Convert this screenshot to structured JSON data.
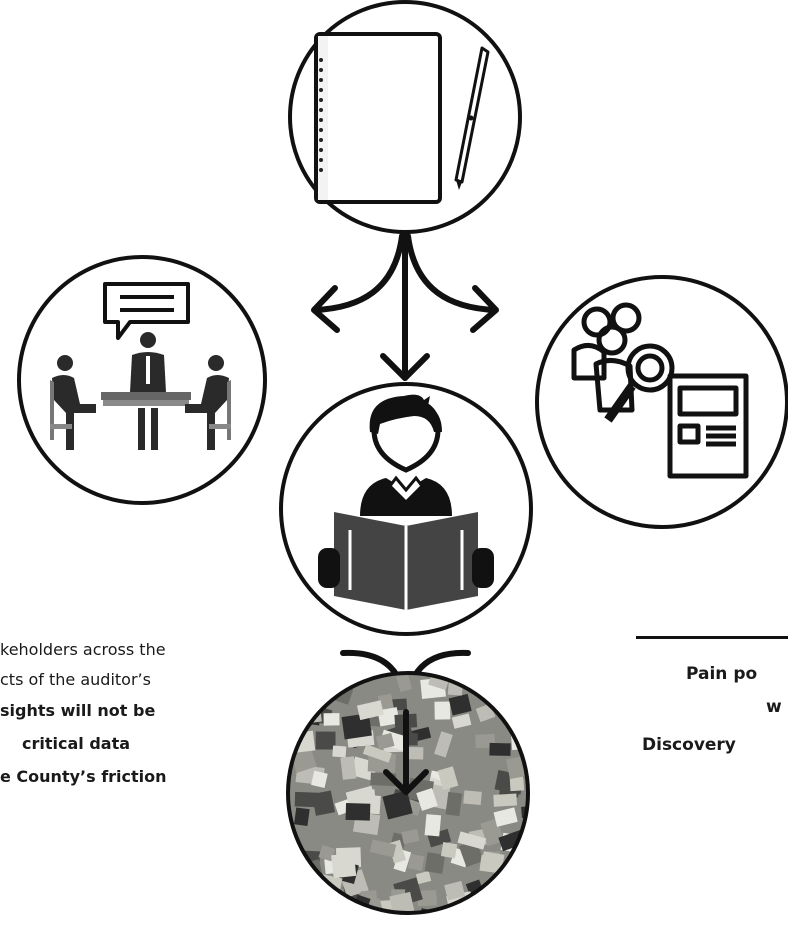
{
  "left_text": {
    "line1": "keholders across the",
    "line2": "cts of the auditor’s",
    "line3": "sights will not be",
    "line4": "critical data",
    "line5": "e County’s friction"
  },
  "right_text": {
    "line1": "Pain po",
    "line2": "w",
    "line3": "Discovery"
  },
  "icons": {
    "top": "notebook-pen-icon",
    "left": "meeting-table-icon",
    "center": "person-reading-icon",
    "right": "user-research-icon",
    "bottom": "sticky-notes-photo"
  }
}
